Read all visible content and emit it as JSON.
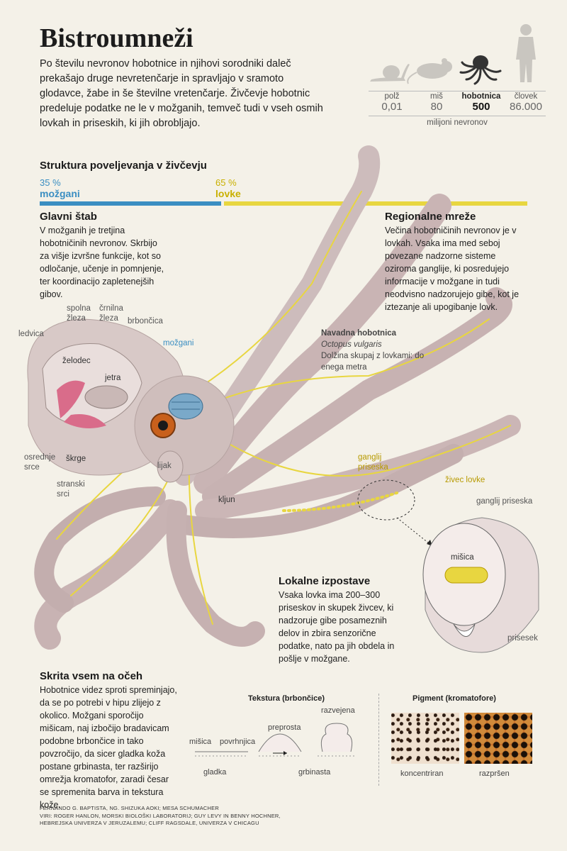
{
  "title": "Bistroumneži",
  "intro": "Po številu nevronov hobotnice in njihovi sorodniki daleč prekašajo druge nevretenčarje in spravljajo v sramoto glodavce, žabe in še številne vretenčarje. Živčevje hobotnic predeluje podatke ne le v možganih, temveč tudi v vseh osmih lovkah in priseskih, ki jih obrobljajo.",
  "comparison": {
    "unit": "milijoni nevronov",
    "animals": [
      {
        "name": "polž",
        "value": "0,01",
        "highlight": false,
        "icon": "snail-icon"
      },
      {
        "name": "miš",
        "value": "80",
        "highlight": false,
        "icon": "mouse-icon"
      },
      {
        "name": "hobotnica",
        "value": "500",
        "highlight": true,
        "icon": "octopus-icon"
      },
      {
        "name": "človek",
        "value": "86.000",
        "highlight": false,
        "icon": "human-icon"
      }
    ]
  },
  "structure": {
    "title": "Struktura poveljevanja v živčevju",
    "brain_pct": "35 %",
    "brain_label": "možgani",
    "arms_pct": "65 %",
    "arms_label": "lovke",
    "brain_share": 0.35,
    "colors": {
      "brain": "#3a8ec2",
      "arms": "#e8d640"
    }
  },
  "hq": {
    "title": "Glavni štab",
    "text": "V možganih je tretjina hobotničinih nevronov. Skrbijo za višje izvršne funkcije, kot so odločanje, učenje in pomnjenje, ter koordinacijo zapletenejših gibov."
  },
  "regional": {
    "title": "Regionalne mreže",
    "text": "Večina hobotničinih nevronov je v lovkah. Vsaka ima med seboj povezane nadzorne sisteme oziroma ganglije, ki posredujejo informacije v možgane in tudi neodvisno nadzorujejo gibe, kot je iztezanje ali upogibanje lovk."
  },
  "species": {
    "name": "Navadna hobotnica",
    "latin": "Octopus vulgaris",
    "size": "Dolžina skupaj z lovkami: do enega metra"
  },
  "anatomy": {
    "spolna": "spolna žleza",
    "crnilna": "črnilna žleza",
    "brboncica": "brbončica",
    "ledvica": "ledvica",
    "zelodec": "želodec",
    "jetra": "jetra",
    "mozgani": "možgani",
    "osrednje": "osrednje srce",
    "skrge": "škrge",
    "stranski": "stranski srci",
    "lijak": "lijak",
    "kljun": "kljun",
    "ganglij": "ganglij priseska",
    "zivec": "živec lovke",
    "ganglij2": "ganglij priseska",
    "misica": "mišica",
    "prisesek": "prisesek"
  },
  "local": {
    "title": "Lokalne izpostave",
    "text": "Vsaka lovka ima 200–300 priseskov in skupek živcev, ki nadzoruje gibe posameznih delov in zbira senzorične podatke, nato pa jih obdela in pošlje v možgane."
  },
  "hidden": {
    "title": "Skrita vsem na očeh",
    "text": "Hobotnice videz sproti spreminjajo, da se po potrebi v hipu zlijejo z okolico. Možgani sporočijo mišicam, naj izbočijo bradavicam podobne brbončice in tako povzročijo, da sicer gladka koža postane grbinasta, ter razširijo omrežja kromatofor, zaradi česar se spremenita barva in tekstura kože."
  },
  "texture": {
    "title": "Tekstura (brbončice)",
    "misica": "mišica",
    "povrhnjica": "povrhnjica",
    "gladka": "gladka",
    "preprosta": "preprosta",
    "razvejena": "razvejena",
    "grbinasta": "grbinasta"
  },
  "pigment": {
    "title": "Pigment (kromatofore)",
    "concentrated": "koncentriran",
    "dispersed": "razpršen"
  },
  "credits": {
    "line1": "FERNANDO G. BAPTISTA, NG. SHIZUKA AOKI; MESA SCHUMACHER",
    "line2": "VIRI: ROGER HANLON, MORSKI BIOLOŠKI LABORATORIJ; GUY LEVY IN BENNY HOCHNER,",
    "line3": "HEBREJSKA UNIVERZA V JERUZALEMU; CLIFF RAGSDALE, UNIVERZA V CHICAGU"
  }
}
